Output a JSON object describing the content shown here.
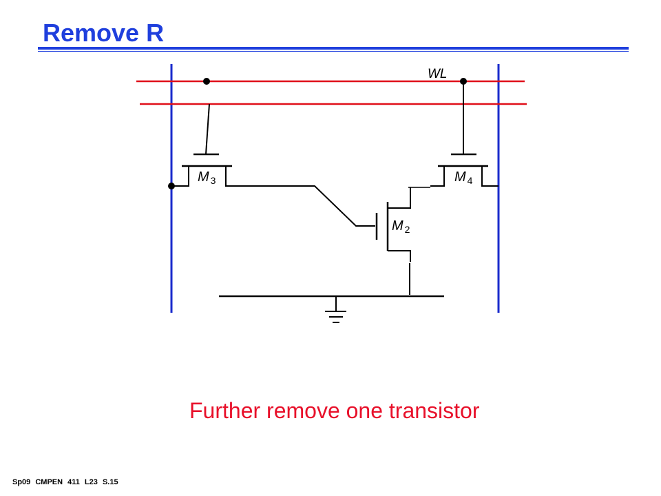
{
  "slide": {
    "title": "Remove R",
    "caption": "Further remove one transistor",
    "footer": "Sp09 CMPEN 411 L23 S.15",
    "title_color": "#1f3fdd",
    "caption_color": "#e8102a"
  },
  "circuit": {
    "wordline_label": "WL",
    "transistors": [
      {
        "name": "M",
        "subscript": "3"
      },
      {
        "name": "M",
        "subscript": "4"
      },
      {
        "name": "M",
        "subscript": "2"
      }
    ],
    "colors": {
      "bitline": "#1a2bcc",
      "wordline": "#e0101a",
      "wire": "#000000"
    }
  }
}
